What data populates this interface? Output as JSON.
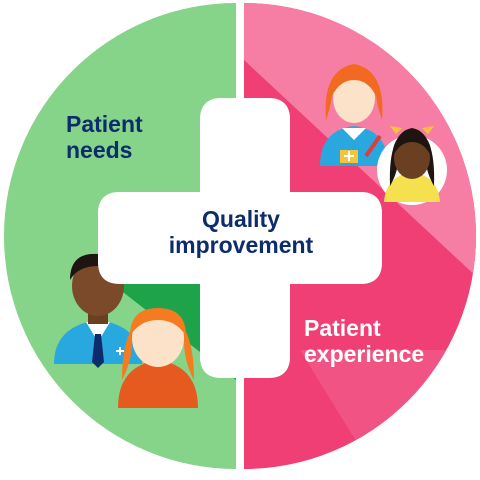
{
  "left": {
    "line1": "Patient",
    "line2": "needs"
  },
  "right": {
    "line1": "Patient",
    "line2": "experience"
  },
  "center": {
    "line1": "Quality",
    "line2": "improvement"
  },
  "colors": {
    "green": "#86d38a",
    "green_dark": "#1fa34a",
    "pink": "#ef3f74",
    "pink_light": "#f67ea4",
    "navy": "#0d2c6c",
    "white": "#ffffff"
  },
  "icons": [
    "man-avatar-icon",
    "woman-orange-hair-avatar-icon",
    "nurse-avatar-icon",
    "girl-avatar-icon"
  ]
}
